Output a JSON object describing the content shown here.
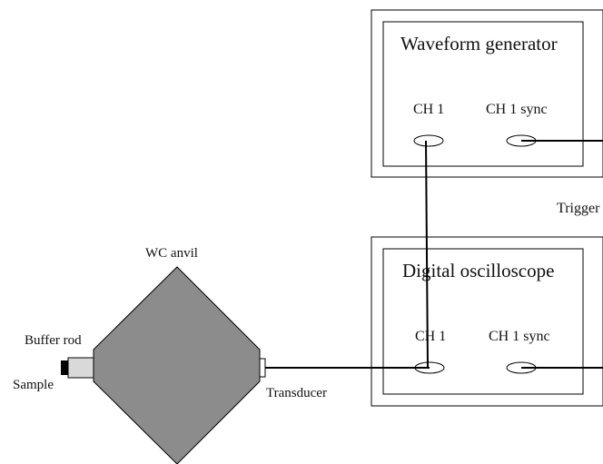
{
  "waveform_generator": {
    "title": "Waveform generator",
    "ch1_label": "CH 1",
    "ch1_sync_label": "CH 1 sync"
  },
  "oscilloscope": {
    "title": "Digital oscilloscope",
    "ch1_label": "CH 1",
    "ch1_sync_label": "CH 1 sync"
  },
  "labels": {
    "trigger": "Trigger",
    "wc_anvil": "WC anvil",
    "buffer_rod": "Buffer rod",
    "sample": "Sample",
    "transducer": "Transducer"
  },
  "colors": {
    "line": "#000000",
    "anvil_fill": "#8c8c8c",
    "buffer_fill": "#d9d9d9",
    "sample_fill": "#000000"
  }
}
